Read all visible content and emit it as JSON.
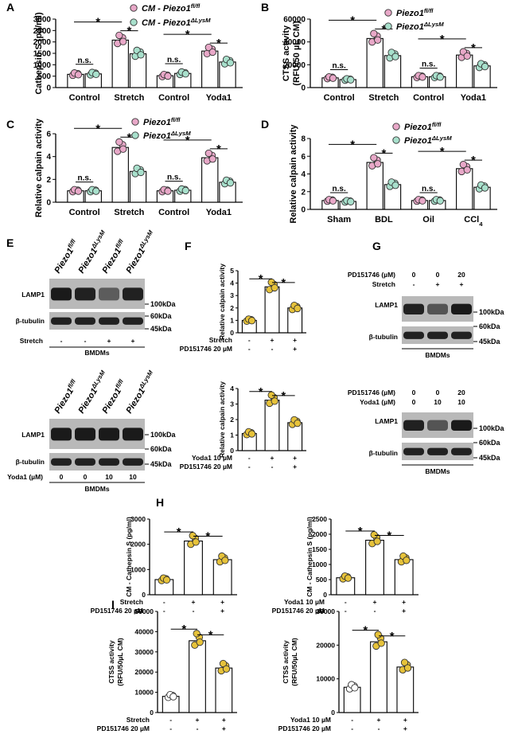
{
  "colors": {
    "pink": "#e8a8c8",
    "teal": "#a8e0cc",
    "yellow": "#e6c23a",
    "bar": "#ffffff",
    "stroke": "#000000"
  },
  "chart_data": [
    {
      "type": "bar",
      "panel": "A",
      "ylabel": "Cathepsin S (pg/ml)",
      "ylim": [
        0,
        3000
      ],
      "yticks": [
        "0",
        "500",
        "1000",
        "1500",
        "2000",
        "2500",
        "3000"
      ],
      "categories": [
        "Control",
        "Stretch",
        "Control",
        "Yoda1"
      ],
      "legend": [
        "CM - Piezo1fl/fl",
        "CM - Piezo1ΔLysM"
      ],
      "series": [
        {
          "name": "CM - Piezo1fl/fl",
          "values": [
            580,
            2080,
            520,
            1600
          ]
        },
        {
          "name": "CM - Piezo1ΔLysM",
          "values": [
            600,
            1480,
            620,
            1120
          ]
        }
      ],
      "annotations": [
        "n.s.",
        "n.s.",
        "*",
        "*",
        "*",
        "*"
      ]
    },
    {
      "type": "bar",
      "panel": "B",
      "ylabel": "CTSS activity (RFU/50 µL CM)",
      "ylim": [
        0,
        60000
      ],
      "yticks": [
        "0",
        "20000",
        "40000",
        "60000"
      ],
      "categories": [
        "Control",
        "Stretch",
        "Control",
        "Yoda1"
      ],
      "legend": [
        "Piezo1fl/fl",
        "Piezo1ΔLysM"
      ],
      "series": [
        {
          "name": "Piezo1fl/fl",
          "values": [
            8500,
            43000,
            9500,
            28500
          ]
        },
        {
          "name": "Piezo1ΔLysM",
          "values": [
            7000,
            28000,
            9500,
            19000
          ]
        }
      ],
      "annotations": [
        "n.s.",
        "n.s.",
        "*",
        "*",
        "*",
        "*"
      ]
    },
    {
      "type": "bar",
      "panel": "C",
      "ylabel": "Relative calpain activity",
      "ylim": [
        0,
        6
      ],
      "yticks": [
        "0",
        "2",
        "4",
        "6"
      ],
      "categories": [
        "Control",
        "Stretch",
        "Control",
        "Yoda1"
      ],
      "legend": [
        "Piezo1fl/fl",
        "Piezo1ΔLysM"
      ],
      "series": [
        {
          "name": "Piezo1fl/fl",
          "values": [
            1.0,
            4.8,
            1.0,
            3.9
          ]
        },
        {
          "name": "Piezo1ΔLysM",
          "values": [
            1.0,
            2.7,
            1.05,
            1.75
          ]
        }
      ],
      "annotations": [
        "n.s.",
        "n.s.",
        "*",
        "*",
        "*",
        "*"
      ]
    },
    {
      "type": "bar",
      "panel": "D",
      "ylabel": "Relative calpain activity",
      "ylim": [
        0,
        8
      ],
      "yticks": [
        "0",
        "2",
        "4",
        "6",
        "8"
      ],
      "categories": [
        "Sham",
        "BDL",
        "Oil",
        "CCl4"
      ],
      "legend": [
        "Piezo1fl/fl",
        "Piezo1ΔLysM"
      ],
      "series": [
        {
          "name": "Piezo1fl/fl",
          "values": [
            1.0,
            5.3,
            1.0,
            4.6
          ]
        },
        {
          "name": "Piezo1ΔLysM",
          "values": [
            0.9,
            2.8,
            1.0,
            2.5
          ]
        }
      ],
      "annotations": [
        "n.s.",
        "n.s.",
        "*",
        "*",
        "*",
        "*"
      ]
    },
    {
      "type": "bar",
      "panel": "F-top",
      "ylabel": "Relative calpain activity",
      "ylim": [
        0,
        5
      ],
      "yticks": [
        "0",
        "1",
        "2",
        "3",
        "4",
        "5"
      ],
      "row_labels": [
        "Stretch",
        "PD151746 20 µM"
      ],
      "row_values": [
        [
          "-",
          "+",
          "+"
        ],
        [
          "-",
          "-",
          "+"
        ]
      ],
      "values": [
        1.0,
        3.7,
        2.0
      ],
      "annotations": [
        "*",
        "*"
      ]
    },
    {
      "type": "bar",
      "panel": "F-bottom",
      "ylabel": "Relative calpain activity",
      "ylim": [
        0,
        4
      ],
      "yticks": [
        "0",
        "1",
        "2",
        "3",
        "4"
      ],
      "row_labels": [
        "Yoda1 10 µM",
        "PD151746 20 µM"
      ],
      "row_values": [
        [
          "-",
          "+",
          "+"
        ],
        [
          "-",
          "-",
          "+"
        ]
      ],
      "values": [
        1.1,
        3.25,
        1.8
      ],
      "annotations": [
        "*",
        "*"
      ]
    },
    {
      "type": "bar",
      "panel": "H-left",
      "ylabel": "CM - Cathepsin S (pg/ml)",
      "ylim": [
        0,
        3000
      ],
      "yticks": [
        "0",
        "1000",
        "2000",
        "3000"
      ],
      "row_labels": [
        "Stretch",
        "PD151746 20 µM"
      ],
      "row_values": [
        [
          "-",
          "+",
          "+"
        ],
        [
          "-",
          "-",
          "+"
        ]
      ],
      "values": [
        600,
        2130,
        1390
      ],
      "annotations": [
        "*",
        "*"
      ]
    },
    {
      "type": "bar",
      "panel": "H-right",
      "ylabel": "CM - Cathepsin S (pg/ml)",
      "ylim": [
        0,
        2500
      ],
      "yticks": [
        "0",
        "500",
        "1000",
        "1500",
        "2000",
        "2500"
      ],
      "row_labels": [
        "Yoda1 10 µM",
        "PD151746 20 µM"
      ],
      "row_values": [
        [
          "-",
          "+",
          "+"
        ],
        [
          "-",
          "-",
          "+"
        ]
      ],
      "values": [
        560,
        1800,
        1160
      ],
      "annotations": [
        "*",
        "*"
      ]
    },
    {
      "type": "bar",
      "panel": "I-left",
      "ylabel": "CTSS activity (RFU/50µL CM)",
      "ylim": [
        0,
        50000
      ],
      "yticks": [
        "0",
        "10000",
        "20000",
        "30000",
        "40000",
        "50000"
      ],
      "row_labels": [
        "Stretch",
        "PD151746 20 µM"
      ],
      "row_values": [
        [
          "-",
          "+",
          "+"
        ],
        [
          "-",
          "-",
          "+"
        ]
      ],
      "values": [
        8000,
        35500,
        22000
      ],
      "annotations": [
        "*",
        "*"
      ]
    },
    {
      "type": "bar",
      "panel": "I-right",
      "ylabel": "CTSS activity (RFU/50µL CM)",
      "ylim": [
        0,
        30000
      ],
      "yticks": [
        "0",
        "10000",
        "20000",
        "30000"
      ],
      "row_labels": [
        "Yoda1 10 µM",
        "PD151746 20 µM"
      ],
      "row_values": [
        [
          "-",
          "+",
          "+"
        ],
        [
          "-",
          "-",
          "+"
        ]
      ],
      "values": [
        7500,
        21000,
        13500
      ],
      "annotations": [
        "*",
        "*"
      ]
    }
  ],
  "panel_letters": [
    "A",
    "B",
    "C",
    "D",
    "E",
    "F",
    "G",
    "H",
    "I"
  ],
  "blots": {
    "E_top": {
      "lanes": [
        "Piezo1fl/fl",
        "Piezo1ΔLysM",
        "Piezo1fl/fl",
        "Piezo1ΔLysM"
      ],
      "rows": [
        "LAMP1",
        "β-tubulin"
      ],
      "markers": [
        "100kDa",
        "60kDa",
        "45kDa"
      ],
      "treat_label": "Stretch",
      "treat_values": [
        "-",
        "-",
        "+",
        "+"
      ],
      "footer": "BMDMs"
    },
    "E_bottom": {
      "lanes": [
        "Piezo1fl/fl",
        "Piezo1ΔLysM",
        "Piezo1fl/fl",
        "Piezo1ΔLysM"
      ],
      "rows": [
        "LAMP1",
        "β-tubulin"
      ],
      "markers": [
        "100kDa",
        "60kDa",
        "45kDa"
      ],
      "treat_label": "Yoda1 (µM)",
      "treat_values": [
        "0",
        "0",
        "10",
        "10"
      ],
      "footer": "BMDMs"
    },
    "G_top": {
      "treat_rows": [
        {
          "label": "PD151746 (µM)",
          "values": [
            "0",
            "0",
            "20"
          ]
        },
        {
          "label": "Stretch",
          "values": [
            "-",
            "+",
            "+"
          ]
        }
      ],
      "rows": [
        "LAMP1",
        "β-tubulin"
      ],
      "markers": [
        "100kDa",
        "60kDa",
        "45kDa"
      ],
      "footer": "BMDMs"
    },
    "G_bottom": {
      "treat_rows": [
        {
          "label": "PD151746 (µM)",
          "values": [
            "0",
            "0",
            "20"
          ]
        },
        {
          "label": "Yoda1 (µM)",
          "values": [
            "0",
            "10",
            "10"
          ]
        }
      ],
      "rows": [
        "LAMP1",
        "β-tubulin"
      ],
      "markers": [
        "100kDa",
        "60kDa",
        "45kDa"
      ],
      "footer": "BMDMs"
    }
  }
}
